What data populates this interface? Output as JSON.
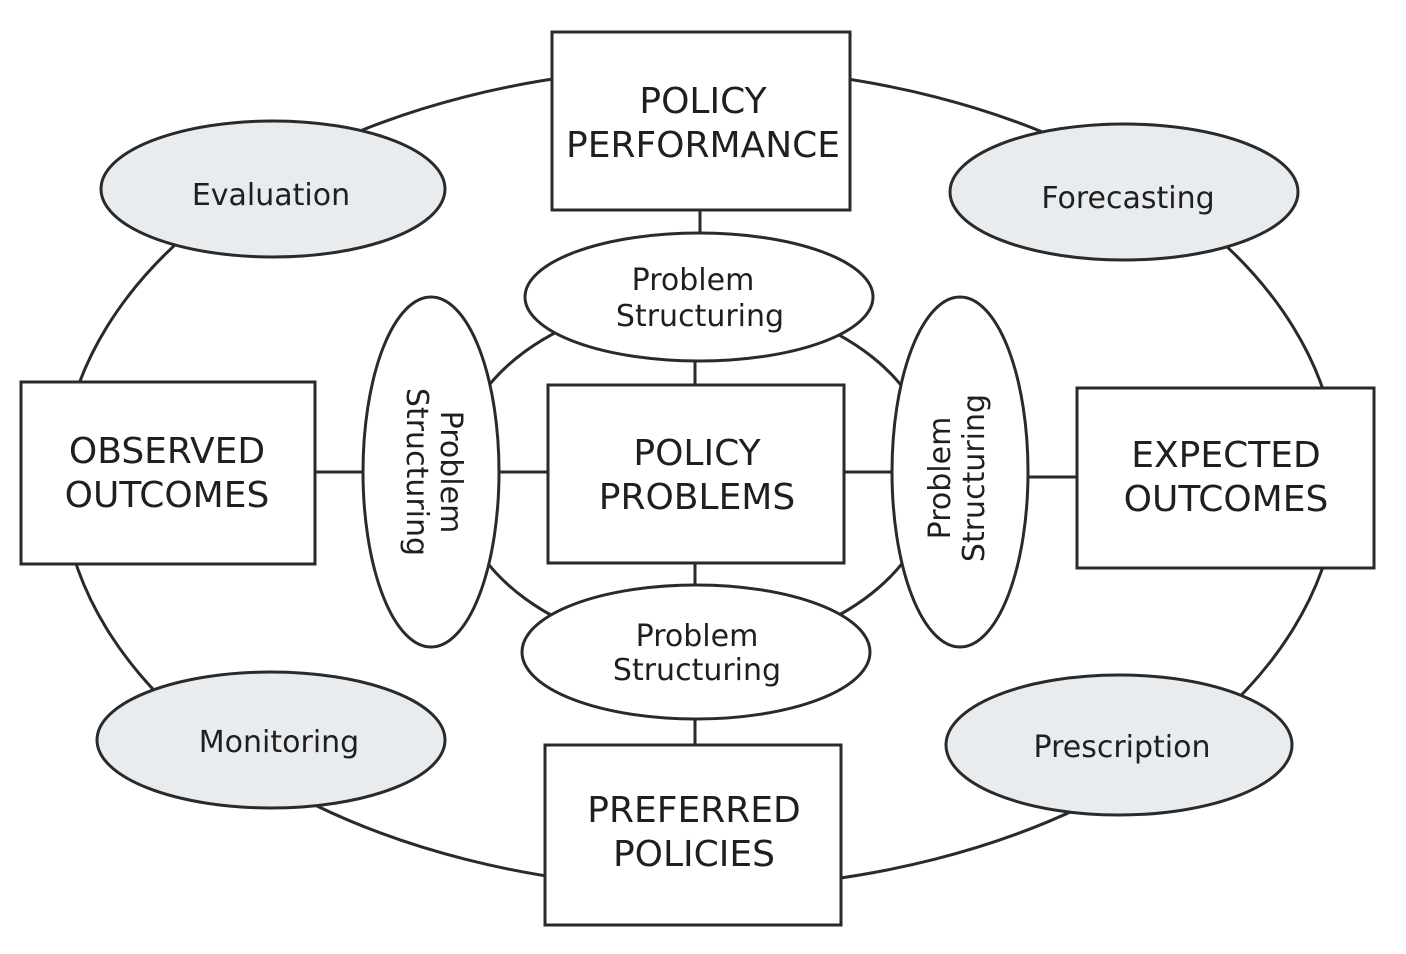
{
  "boxes": {
    "policy_performance": [
      "POLICY",
      "PERFORMANCE"
    ],
    "observed_outcomes": [
      "OBSERVED",
      "OUTCOMES"
    ],
    "policy_problems": [
      "POLICY",
      "PROBLEMS"
    ],
    "expected_outcomes": [
      "EXPECTED",
      "OUTCOMES"
    ],
    "preferred_policies": [
      "PREFERRED",
      "POLICIES"
    ]
  },
  "methods": {
    "evaluation": "Evaluation",
    "forecasting": "Forecasting",
    "monitoring": "Monitoring",
    "prescription": "Prescription"
  },
  "problem_structuring": {
    "top": [
      "Problem",
      "Structuring"
    ],
    "bottom": [
      "Problem",
      "Structuring"
    ],
    "left": [
      "Problem",
      "Structuring"
    ],
    "right": [
      "Problem",
      "Structuring"
    ]
  }
}
